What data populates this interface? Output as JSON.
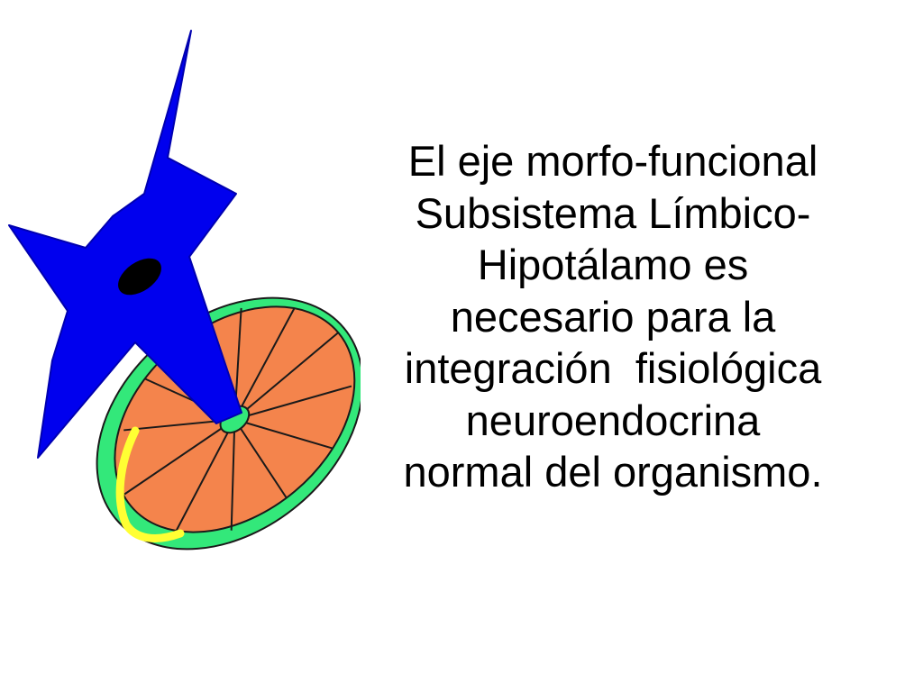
{
  "colors": {
    "background": "#ffffff",
    "neuron": "#0000ee",
    "nucleus": "#000000",
    "fruit_flesh": "#f4844c",
    "fruit_rind": "#33e87a",
    "fruit_rind_accent": "#ffff33",
    "outline": "#1a1a1a",
    "text": "#000000"
  },
  "illustration": {
    "neuron_icon": "neuron-icon",
    "fruit_icon": "orange-slice-icon"
  },
  "text": {
    "lines": [
      "El eje morfo-funcional",
      "Subsistema Límbico-",
      "Hipotálamo es",
      "necesario para la",
      "integración  fisiológica",
      "neuroendocrina",
      "normal del organismo."
    ]
  }
}
